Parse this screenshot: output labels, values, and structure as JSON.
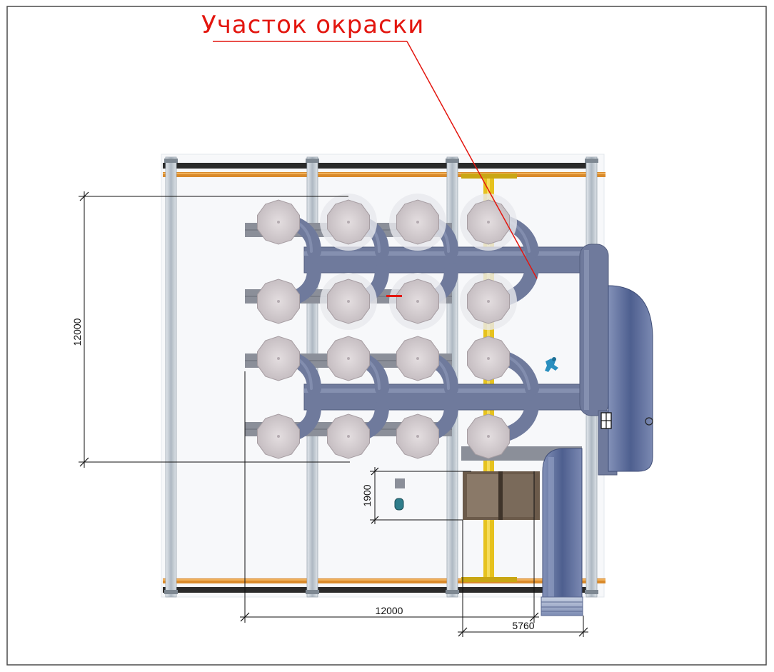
{
  "diagram": {
    "title": "Участок окраски",
    "dimensions": {
      "vertical_span": "12000",
      "small_height": "1900",
      "horizontal_span": "12000",
      "right_width": "5760"
    }
  },
  "colors": {
    "frame_border": "#4a4a4a",
    "callout_red": "#e3160f",
    "column_grey": "#b9c3cc",
    "rail_orange": "#d98a2b",
    "rail_dark": "#2a2a2a",
    "duct_blue": "#6f7a9c",
    "filter_disk": "#d8d2d4",
    "crane_yellow": "#e6c21e",
    "blower_blue": "#5f6f9e"
  }
}
